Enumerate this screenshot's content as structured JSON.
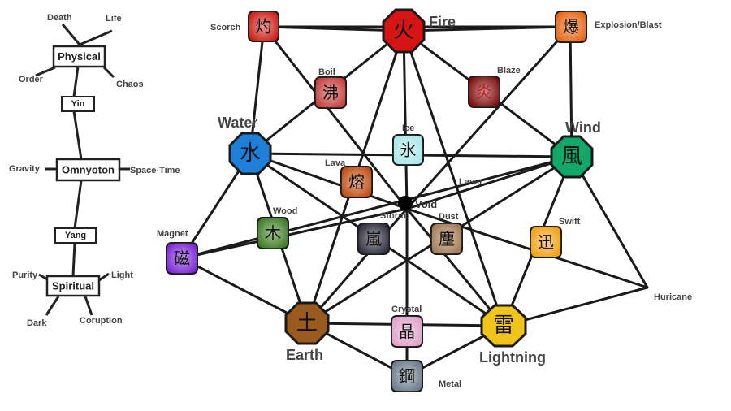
{
  "left_tree": {
    "physical": "Physical",
    "death": "Death",
    "life": "Life",
    "order": "Order",
    "chaos": "Chaos",
    "yin": "Yin",
    "omnyoton": "Omnyoton",
    "gravity": "Gravity",
    "space_time": "Space-Time",
    "yang": "Yang",
    "spiritual": "Spiritual",
    "purity": "Purity",
    "light": "Light",
    "dark": "Dark",
    "coruption": "Coruption"
  },
  "elements": {
    "fire": {
      "label": "Fire",
      "kanji": "火",
      "color": "#d61414"
    },
    "water": {
      "label": "Water",
      "kanji": "水",
      "color": "#1e7fd9"
    },
    "wind": {
      "label": "Wind",
      "kanji": "風",
      "color": "#12a86a"
    },
    "earth": {
      "label": "Earth",
      "kanji": "土",
      "color": "#9a5a1e"
    },
    "lightning": {
      "label": "Lightning",
      "kanji": "雷",
      "color": "#f0c418"
    },
    "void": {
      "label": "Void"
    }
  },
  "combos": {
    "scorch": {
      "label": "Scorch",
      "kanji": "灼",
      "color": "#cc1a10"
    },
    "explosion": {
      "label": "Explosion/Blast",
      "kanji": "爆",
      "color": "#e8620c"
    },
    "boil": {
      "label": "Boil",
      "kanji": "沸",
      "color": "#c63a3a"
    },
    "blaze": {
      "label": "Blaze",
      "kanji": "炎",
      "color": "#7a0a0a"
    },
    "ice": {
      "label": "Ice",
      "kanji": "氷",
      "color": "#a8e6e6"
    },
    "lava": {
      "label": "Lava",
      "kanji": "熔",
      "color": "#c04a10"
    },
    "laser": {
      "label": "Laser"
    },
    "wood": {
      "label": "Wood",
      "kanji": "木",
      "color": "#3b7a1e"
    },
    "storm": {
      "label": "Storm",
      "kanji": "嵐",
      "color": "#2a2a3a"
    },
    "dust": {
      "label": "Dust",
      "kanji": "塵",
      "color": "#a07850"
    },
    "swift": {
      "label": "Swift",
      "kanji": "迅",
      "color": "#f0a010"
    },
    "magnet": {
      "label": "Magnet",
      "kanji": "磁",
      "color": "#7a22d8"
    },
    "crystal": {
      "label": "Crystal",
      "kanji": "晶",
      "color": "#e0a0c8"
    },
    "metal": {
      "label": "Metal",
      "kanji": "鋼",
      "color": "#6a7a8a"
    },
    "huricane": {
      "label": "Huricane"
    }
  }
}
